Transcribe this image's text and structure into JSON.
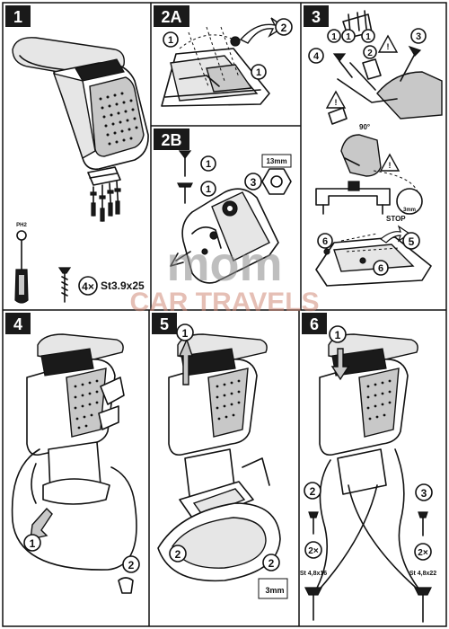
{
  "panels": {
    "p1": {
      "badge": "1"
    },
    "p2a": {
      "badge": "2A"
    },
    "p2b": {
      "badge": "2B"
    },
    "p3": {
      "badge": "3"
    },
    "p4": {
      "badge": "4"
    },
    "p5": {
      "badge": "5"
    },
    "p6": {
      "badge": "6"
    }
  },
  "labels": {
    "screw_qty": "4×",
    "screw_spec": "St3.9x25",
    "size_13mm": "13mm",
    "angle_90": "90°",
    "stop": "STOP",
    "size_3mm": "3mm",
    "qty_2x": "2×",
    "spec_16": "St 4,8x16",
    "spec_22": "St 4,8x22",
    "ph_tip": "PH2"
  },
  "callouts": {
    "one": "1",
    "two": "2",
    "three": "3",
    "four": "4",
    "five": "5",
    "six": "6"
  },
  "watermark": {
    "line1": "mom",
    "line2": "CAR TRAVELS"
  },
  "colors": {
    "badge": "#1a1a1a",
    "line": "#111111",
    "accent_grey": "#c8c8c8"
  }
}
